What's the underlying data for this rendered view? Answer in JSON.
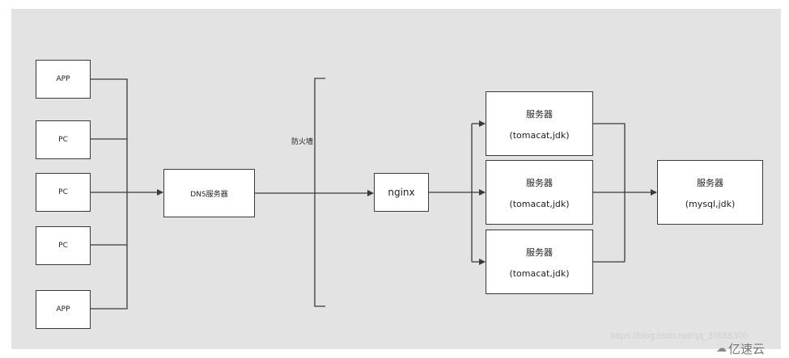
{
  "diagram": {
    "clients": [
      {
        "label": "APP"
      },
      {
        "label": "PC"
      },
      {
        "label": "PC"
      },
      {
        "label": "PC"
      },
      {
        "label": "APP"
      }
    ],
    "dns": {
      "label": "DNS服务器"
    },
    "firewall": {
      "label": "防火墙"
    },
    "nginx": {
      "label": "nginx"
    },
    "app_servers": [
      {
        "title": "服务器",
        "detail": "(tomacat,jdk)"
      },
      {
        "title": "服务器",
        "detail": "(tomacat,jdk)"
      },
      {
        "title": "服务器",
        "detail": "(tomacat,jdk)"
      }
    ],
    "db_server": {
      "title": "服务器",
      "detail": "(mysql,jdk)"
    }
  },
  "watermark": {
    "text": "https://blog.csdn.net/qq_37856300"
  },
  "logo": {
    "text": "亿速云",
    "icon": "cloud-swirl-icon"
  }
}
